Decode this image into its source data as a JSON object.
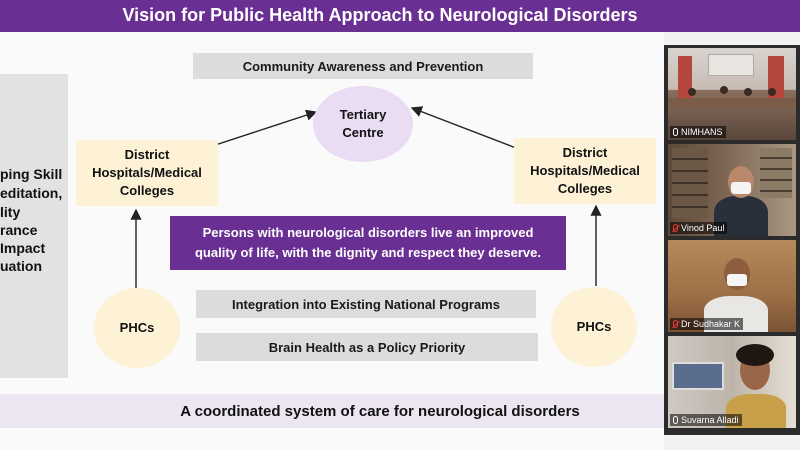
{
  "slide": {
    "title": "Vision for Public Health Approach to Neurological Disorders",
    "left_panel_lines": [
      "ping Skill",
      "editation,",
      "lity",
      "rance",
      "Impact",
      "uation"
    ],
    "community_box": "Community Awareness and Prevention",
    "tertiary": [
      "Tertiary",
      "Centre"
    ],
    "district_left": [
      "District",
      "Hospitals/Medical",
      "Colleges"
    ],
    "district_right": [
      "District",
      "Hospitals/Medical",
      "Colleges"
    ],
    "vision_statement": [
      "Persons with neurological disorders live an improved",
      "quality of life, with the dignity and respect they deserve."
    ],
    "integration_box": "Integration into Existing National Programs",
    "brain_health_box": "Brain Health as a Policy Priority",
    "phc_left": "PHCs",
    "phc_right": "PHCs",
    "bottom_statement": "A coordinated system of care for neurological disorders",
    "colors": {
      "purple": "#6a2f92",
      "light_purple": "#ece5f2",
      "circle_purple": "#eadcf3",
      "yellow": "#fdf2d6",
      "gray": "#dcdcdc"
    }
  },
  "video_panel": {
    "participants": [
      {
        "name": "NIMHANS",
        "mic_icon": "mic-icon"
      },
      {
        "name": "Vinod Paul",
        "mic_icon": "mic-muted-icon"
      },
      {
        "name": "Dr Sudhakar K",
        "mic_icon": "mic-muted-icon"
      },
      {
        "name": "Suvarna Alladi",
        "mic_icon": "mic-icon"
      }
    ]
  }
}
